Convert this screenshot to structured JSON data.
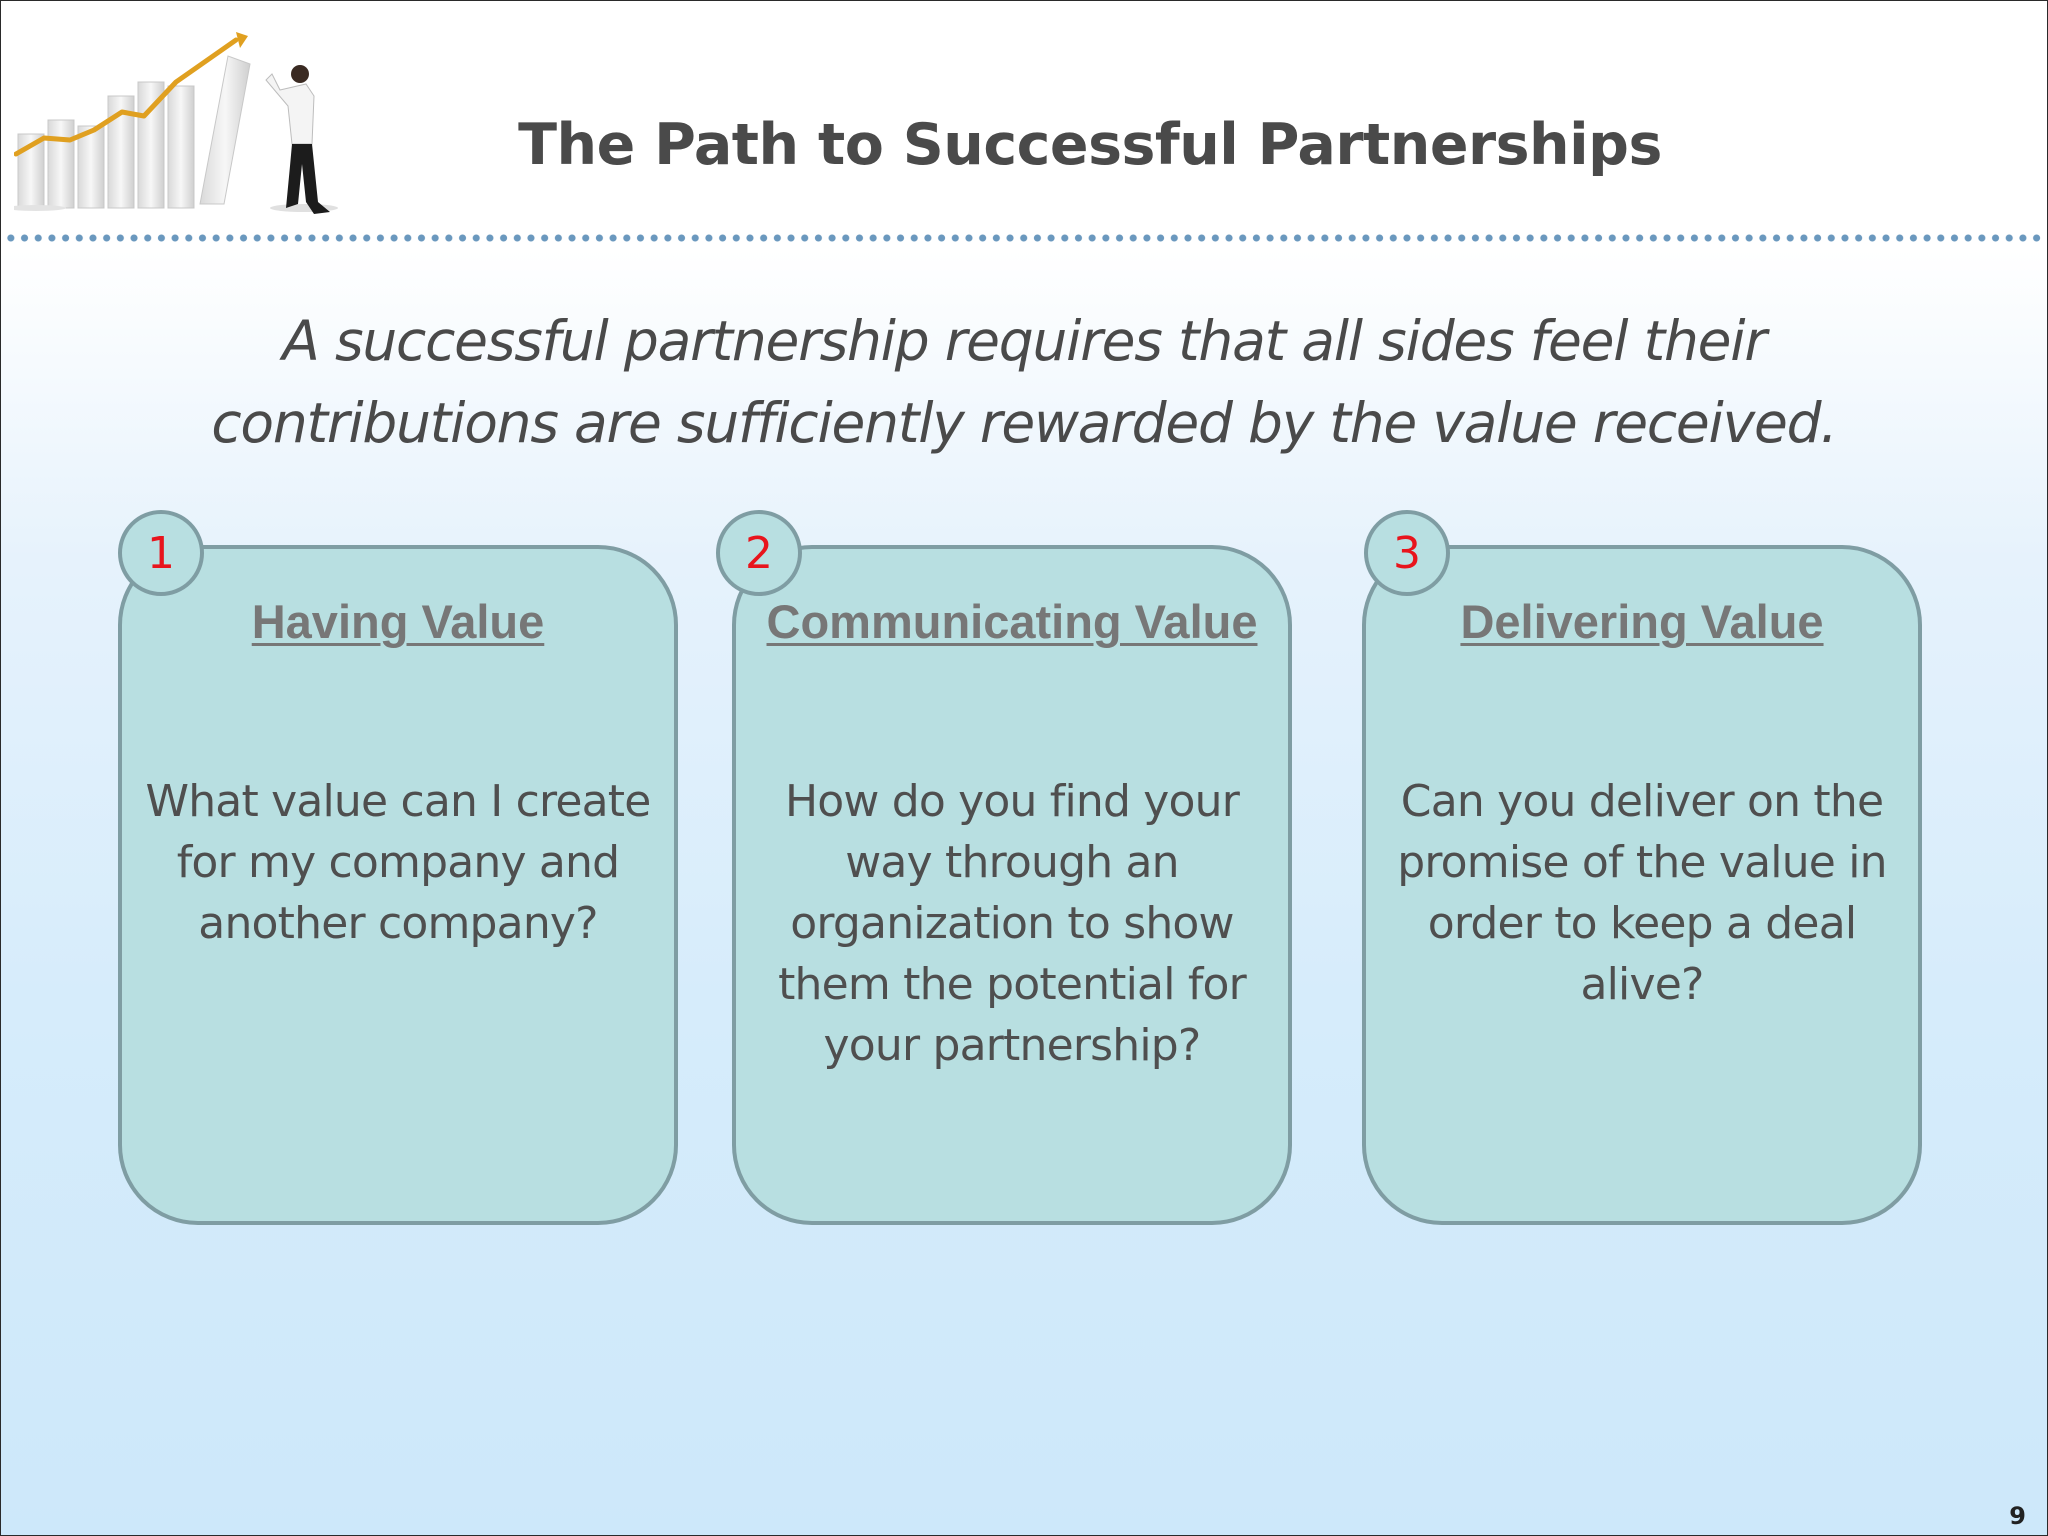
{
  "slide": {
    "title": "The Path to Successful Partnerships",
    "subtitle": "A successful partnership requires that all sides feel their contributions are sufficiently rewarded by the value received.",
    "page_number": "9"
  },
  "header_image": {
    "icon": "businessman-pushing-growth-chart-icon"
  },
  "cards": [
    {
      "number": "1",
      "heading": "Having Value",
      "body": "What value can I create for my company and another company?"
    },
    {
      "number": "2",
      "heading": "Communicating Value",
      "body": "How do you find your way through an organization to show them the potential for your partnership?"
    },
    {
      "number": "3",
      "heading": "Delivering Value",
      "body": "Can you deliver on the promise of the value in order to keep a deal alive?"
    }
  ],
  "colors": {
    "card_fill": "#b8dfe1",
    "card_border": "#7f9da3",
    "badge_number": "#e8141c",
    "dotted_rule": "#6a98be",
    "title_text": "#4a4a4a"
  }
}
